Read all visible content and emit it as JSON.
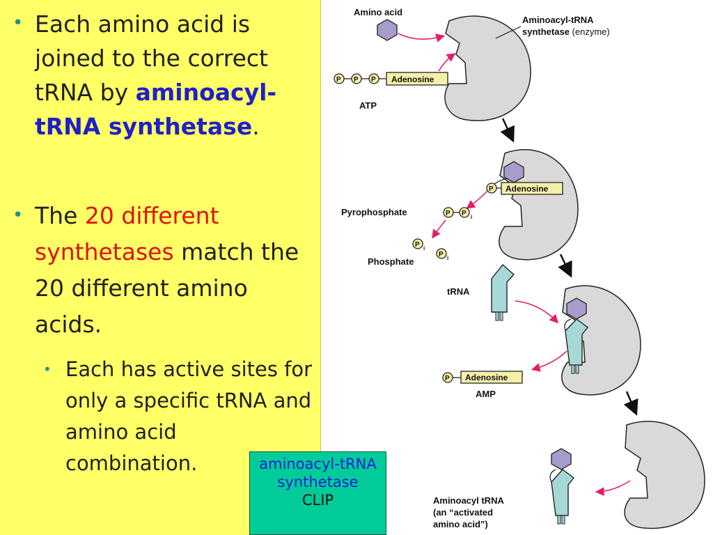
{
  "bullets": {
    "b1_part1": "Each amino acid is joined to the correct tRNA by",
    "b1_emph": "aminoacyl-tRNA synthetase",
    "b1_end": ".",
    "b2_part1": "The",
    "b2_emph": "20 different synthetases",
    "b2_part2": "match the 20 different amino acids.",
    "sub1": "Each has active sites for only a specific tRNA and amino acid combination."
  },
  "clip": {
    "link": "aminoacyl-tRNA synthetase",
    "text": "CLIP"
  },
  "diagram": {
    "amino_acid": "Amino acid",
    "enzyme_line1": "Aminoacyl-tRNA",
    "enzyme_line2_bold": "synthetase",
    "enzyme_line2_rest": "(enzyme)",
    "adenosine": "Adenosine",
    "atp": "ATP",
    "p": "P",
    "i": "i",
    "pyrophosphate": "Pyrophosphate",
    "phosphate": "Phosphate",
    "trna": "tRNA",
    "amp": "AMP",
    "aminoacyl_trna": "Aminoacyl tRNA",
    "activated_line1": "(an “activated",
    "activated_line2": "amino acid”)"
  },
  "colors": {
    "panel": "#ffff66",
    "amino_acid": "#a89ccc",
    "enzyme": "#d9d9d9",
    "trna": "#a5d8d6",
    "arrow_pink": "#e0206a",
    "adenosine_box": "#f5f0a8",
    "clip_box": "#00cc99"
  }
}
